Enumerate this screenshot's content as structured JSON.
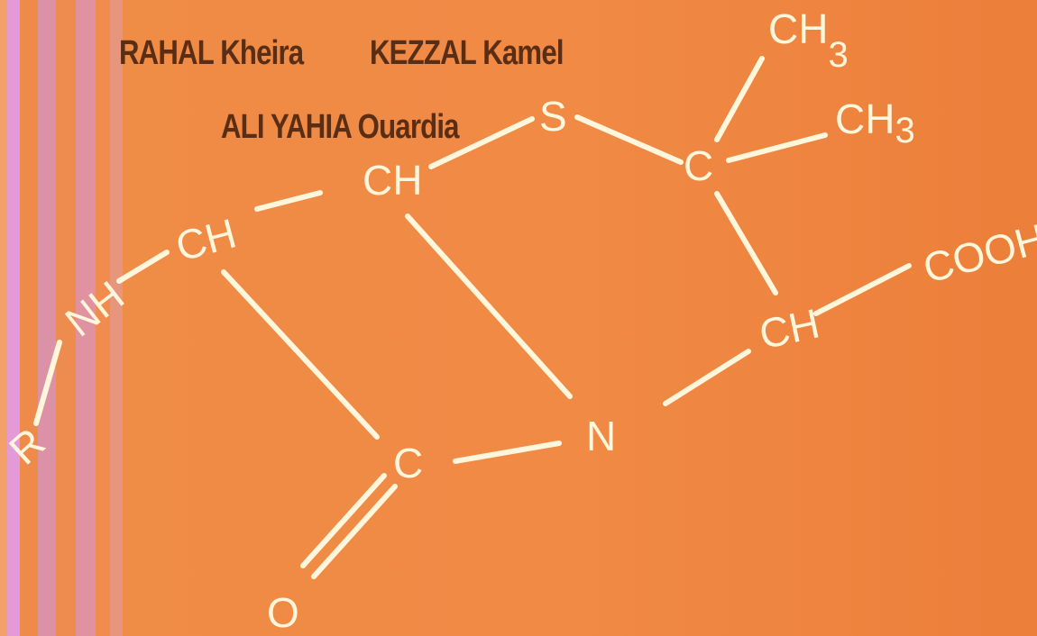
{
  "cover": {
    "authors_line1_a": "RAHAL Kheira",
    "authors_line1_b": "KEZZAL Kamel",
    "authors_line2": "ALI YAHIA Ouardia"
  },
  "molecule": {
    "atom_r": "R",
    "atom_nh": "NH",
    "atom_ch_left": "CH",
    "atom_ch_top": "CH",
    "atom_s": "S",
    "atom_c_right": "C",
    "atom_ch3_top": "CH",
    "atom_ch3_top_sub": "3",
    "atom_ch3_mid": "CH",
    "atom_ch3_mid_sub": "3",
    "atom_cooh": "COOH",
    "atom_ch_right": "CH",
    "atom_n": "N",
    "atom_c_carbonyl": "C",
    "atom_o": "O"
  },
  "colors": {
    "background": "#ee8a45",
    "stripe_pink": "#e59ad6",
    "stripe_mauve": "#d98bb0",
    "formula": "#fff6dc",
    "author_text": "#5a2e14"
  }
}
